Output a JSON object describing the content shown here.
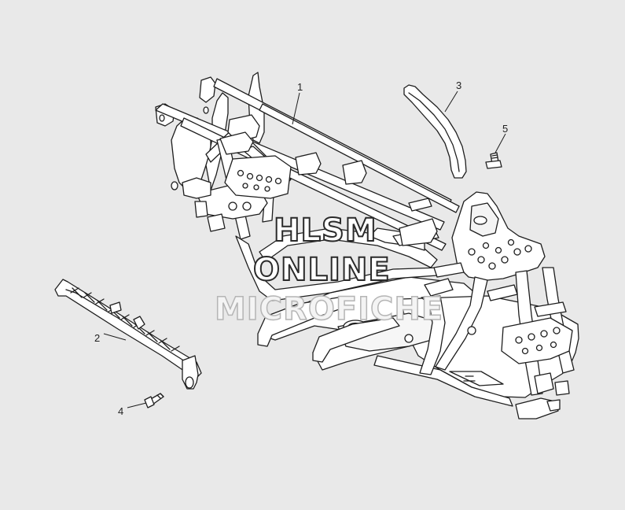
{
  "callouts": [
    {
      "id": "1",
      "label": "1"
    },
    {
      "id": "2",
      "label": "2"
    },
    {
      "id": "3",
      "label": "3"
    },
    {
      "id": "4",
      "label": "4"
    },
    {
      "id": "5",
      "label": "5"
    }
  ],
  "watermark": {
    "line1": "HLSM",
    "line2": "ONLINE",
    "line3": "MICROFICHE"
  },
  "colors": {
    "background": "#e9e9e9",
    "part_fill": "#ffffff",
    "line": "#1e1e1e",
    "watermark_stroke": "#2a2a2a"
  }
}
